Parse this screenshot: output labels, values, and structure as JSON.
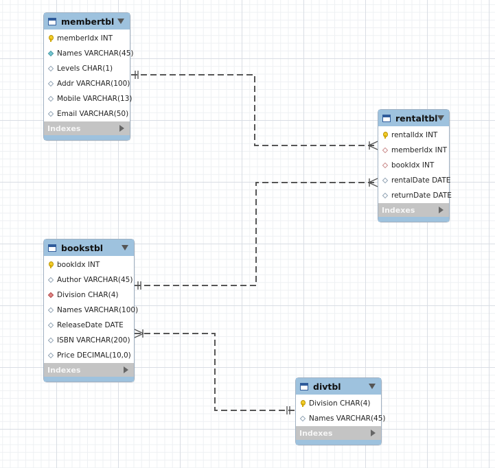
{
  "tables": {
    "membertbl": {
      "name": "membertbl",
      "columns": [
        {
          "label": "memberIdx INT",
          "icon": "primary-key-icon"
        },
        {
          "label": "Names VARCHAR(45)",
          "icon": "not-null-column-icon"
        },
        {
          "label": "Levels CHAR(1)",
          "icon": "column-icon"
        },
        {
          "label": "Addr VARCHAR(100)",
          "icon": "column-icon"
        },
        {
          "label": "Mobile VARCHAR(13)",
          "icon": "column-icon"
        },
        {
          "label": "Email VARCHAR(50)",
          "icon": "column-icon"
        }
      ],
      "indexes_label": "Indexes"
    },
    "rentaltbl": {
      "name": "rentaltbl",
      "columns": [
        {
          "label": "rentalIdx INT",
          "icon": "primary-key-icon"
        },
        {
          "label": "memberIdx INT",
          "icon": "foreign-key-icon"
        },
        {
          "label": "bookIdx INT",
          "icon": "foreign-key-icon"
        },
        {
          "label": "rentalDate DATE",
          "icon": "column-icon"
        },
        {
          "label": "returnDate DATE",
          "icon": "column-icon"
        }
      ],
      "indexes_label": "Indexes"
    },
    "bookstbl": {
      "name": "bookstbl",
      "columns": [
        {
          "label": "bookIdx INT",
          "icon": "primary-key-icon"
        },
        {
          "label": "Author VARCHAR(45)",
          "icon": "column-icon"
        },
        {
          "label": "Division CHAR(4)",
          "icon": "foreign-key-not-null-icon"
        },
        {
          "label": "Names VARCHAR(100)",
          "icon": "column-icon"
        },
        {
          "label": "ReleaseDate DATE",
          "icon": "column-icon"
        },
        {
          "label": "ISBN VARCHAR(200)",
          "icon": "column-icon"
        },
        {
          "label": "Price DECIMAL(10,0)",
          "icon": "column-icon"
        }
      ],
      "indexes_label": "Indexes"
    },
    "divtbl": {
      "name": "divtbl",
      "columns": [
        {
          "label": "Division CHAR(4)",
          "icon": "primary-key-icon"
        },
        {
          "label": "Names VARCHAR(45)",
          "icon": "column-icon"
        }
      ],
      "indexes_label": "Indexes"
    }
  },
  "relationships": [
    {
      "from": "membertbl",
      "to": "rentaltbl",
      "from_end": "one",
      "to_end": "many"
    },
    {
      "from": "bookstbl",
      "to": "rentaltbl",
      "from_end": "one",
      "to_end": "many"
    },
    {
      "from": "divtbl",
      "to": "bookstbl",
      "from_end": "one",
      "to_end": "many"
    }
  ],
  "colors": {
    "header": "#9ec2de",
    "indexes_bar": "#c4c4c4",
    "connector": "#555555"
  }
}
